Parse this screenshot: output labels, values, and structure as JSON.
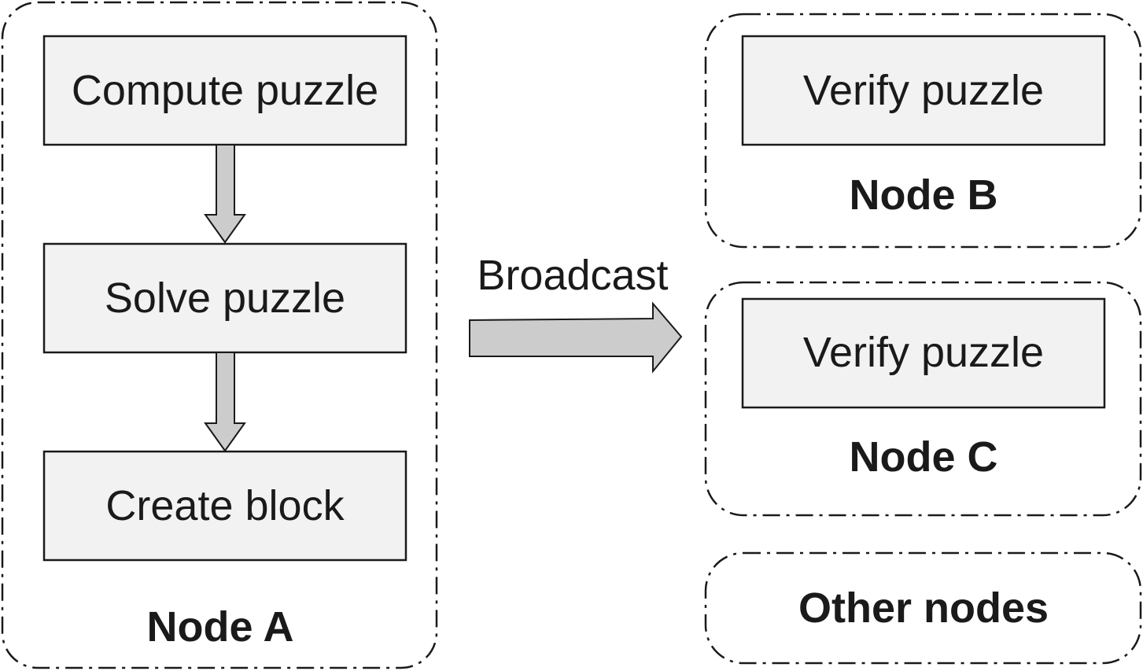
{
  "node_a": {
    "label": "Node A",
    "steps": [
      "Compute puzzle",
      "Solve puzzle",
      "Create block"
    ]
  },
  "broadcast": {
    "label": "Broadcast"
  },
  "node_b": {
    "label": "Node B",
    "step": "Verify puzzle"
  },
  "node_c": {
    "label": "Node C",
    "step": "Verify puzzle"
  },
  "other_nodes": {
    "label": "Other nodes"
  },
  "colors": {
    "box_fill": "#f2f2f2",
    "arrow_fill": "#cccccc",
    "stroke": "#1a1a1a"
  }
}
